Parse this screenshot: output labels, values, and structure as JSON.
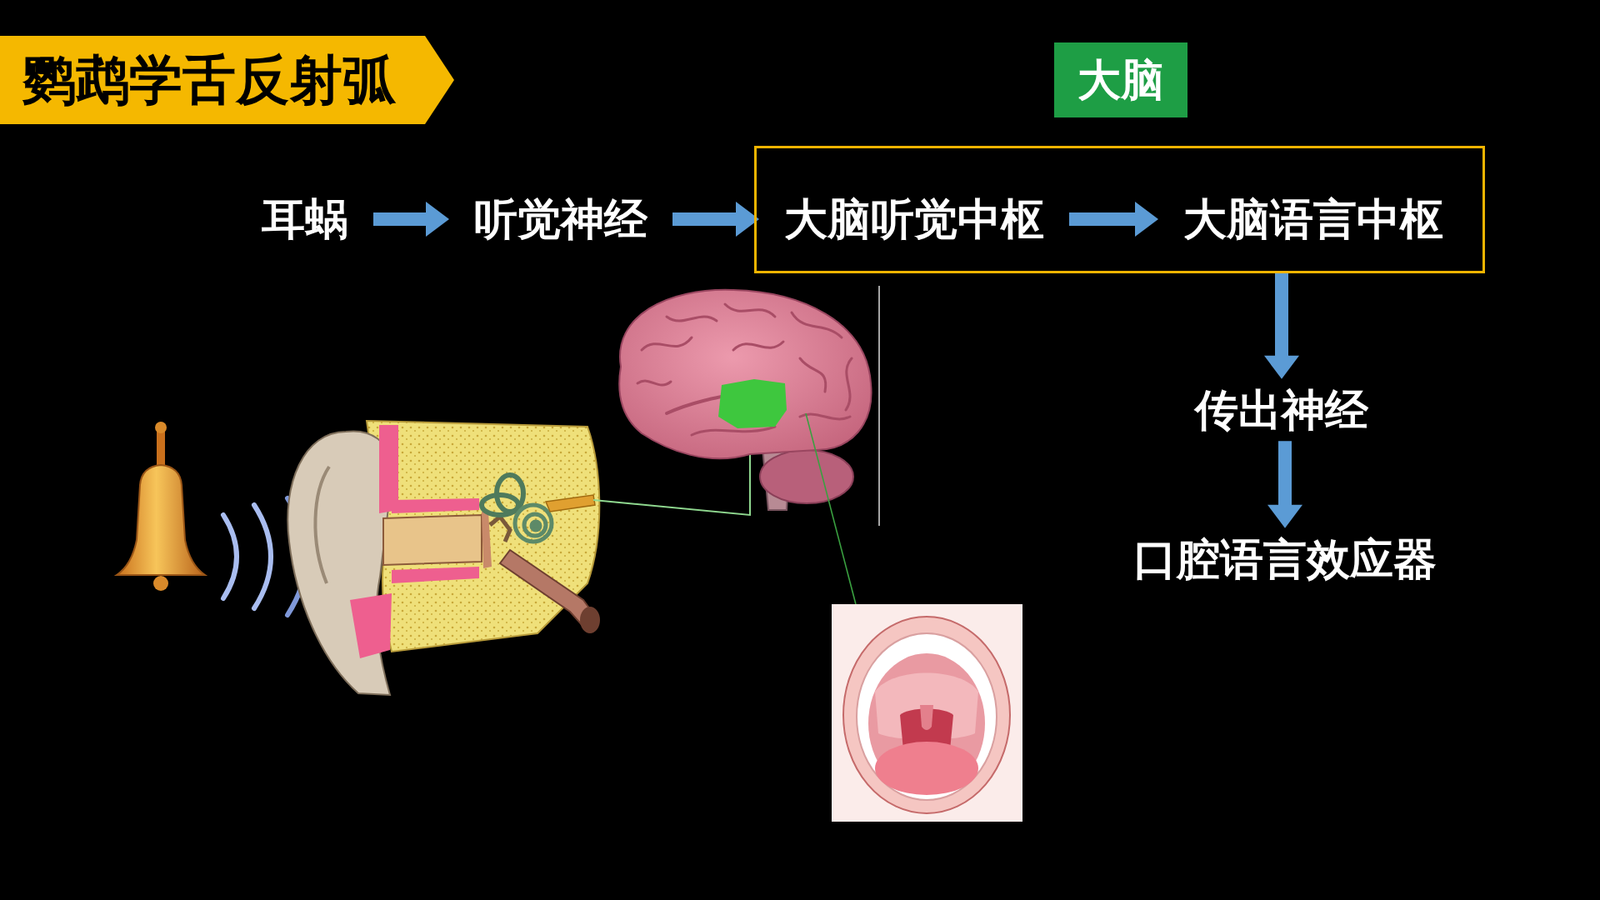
{
  "diagram": {
    "title": "鹦鹉学舌反射弧",
    "nodes": [
      {
        "text": [
          "耳蜗"
        ]
      },
      {
        "text": [
          "听觉神经"
        ]
      },
      {
        "text": [
          "大脑"
        ]
      },
      {
        "text": [
          "大脑听觉中枢"
        ],
        "in": 2
      },
      {
        "text": [
          "大脑语言中枢"
        ],
        "in": 2
      },
      {
        "text": [
          "传出神经"
        ]
      },
      {
        "text": [
          "口腔语言效应器"
        ]
      }
    ],
    "edges": [
      {
        "from": 0,
        "to": 1,
        "arrow": "to"
      },
      {
        "from": 1,
        "to": 3,
        "arrow": "to"
      },
      {
        "from": 3,
        "to": 4,
        "arrow": "to"
      },
      {
        "from": 2,
        "to": 5,
        "arrow": "to"
      },
      {
        "from": 5,
        "to": 6,
        "arrow": "to"
      }
    ]
  }
}
